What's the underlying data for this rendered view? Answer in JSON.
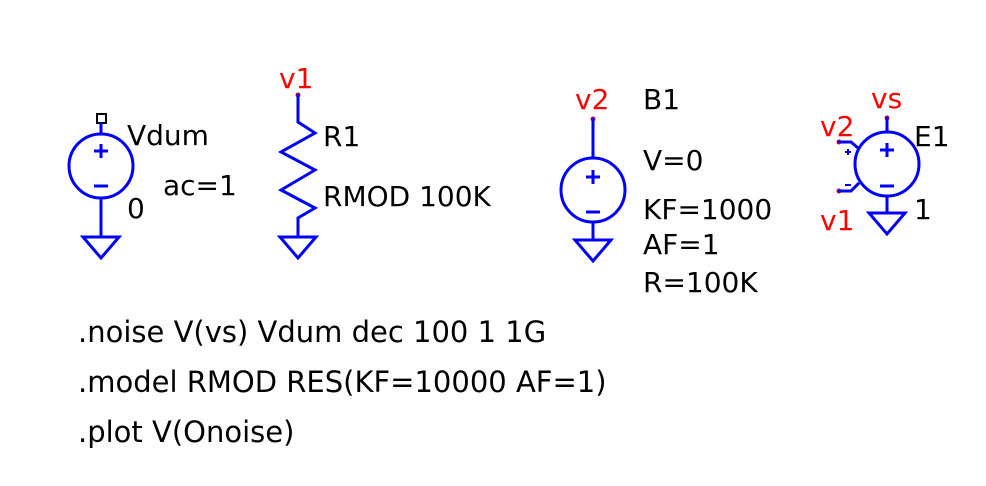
{
  "colors": {
    "component": "#0000ff",
    "net_label": "#ff0000",
    "text": "#000000",
    "background": "#ffffff"
  },
  "components": {
    "vdum": {
      "type": "voltage-source",
      "name": "Vdum",
      "value": "ac=1",
      "node_label": "0"
    },
    "r1": {
      "type": "resistor",
      "name": "R1",
      "value": "RMOD 100K",
      "net": "v1"
    },
    "b1": {
      "type": "behavioral-source",
      "name": "B1",
      "net": "v2",
      "params": [
        "V=0",
        "KF=1000",
        "AF=1",
        "R=100K"
      ]
    },
    "e1": {
      "type": "vcvs",
      "name": "E1",
      "value": "1",
      "out_net": "vs",
      "in_plus_net": "v2",
      "in_minus_net": "v1"
    }
  },
  "directives": [
    ".noise V(vs) Vdum dec 100 1 1G",
    ".model RMOD RES(KF=10000 AF=1)",
    ".plot V(Onoise)"
  ]
}
